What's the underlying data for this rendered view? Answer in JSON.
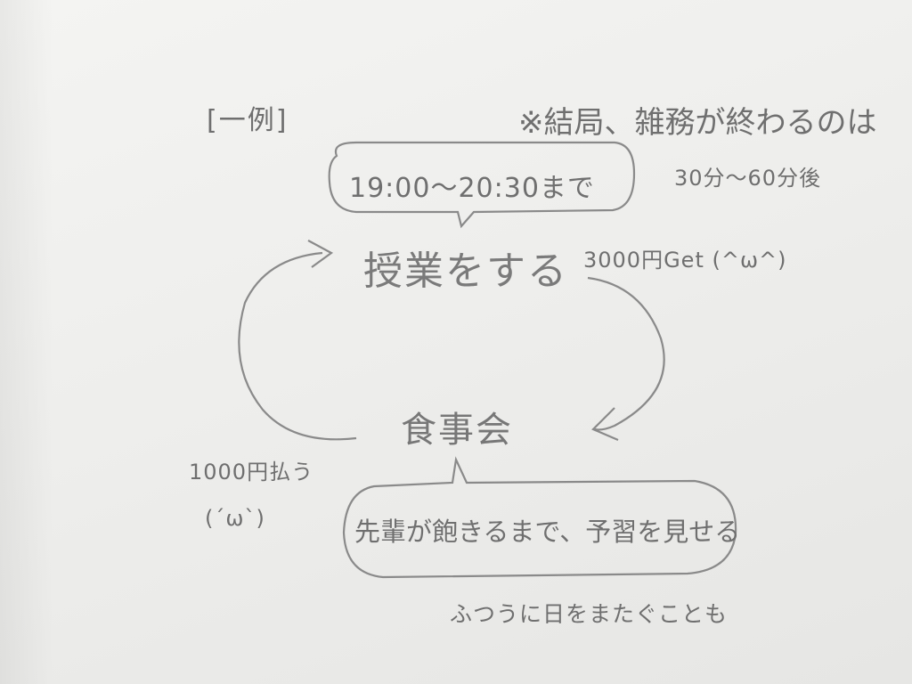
{
  "example_label": "[一例]",
  "note": {
    "line1": "※結局、雑務が終わるのは",
    "line2": "30分～60分後"
  },
  "time_bubble": "19:00～20:30まで",
  "class_action": "授業をする",
  "earning": "3000円Get (^ω^)",
  "dinner": "食事会",
  "payment": "1000円払う",
  "payment_face": "(´ω`)",
  "senior_bubble": "先輩が飽きるまで、予習を見せる",
  "blink_note": "ふつうに日をまたぐことも"
}
